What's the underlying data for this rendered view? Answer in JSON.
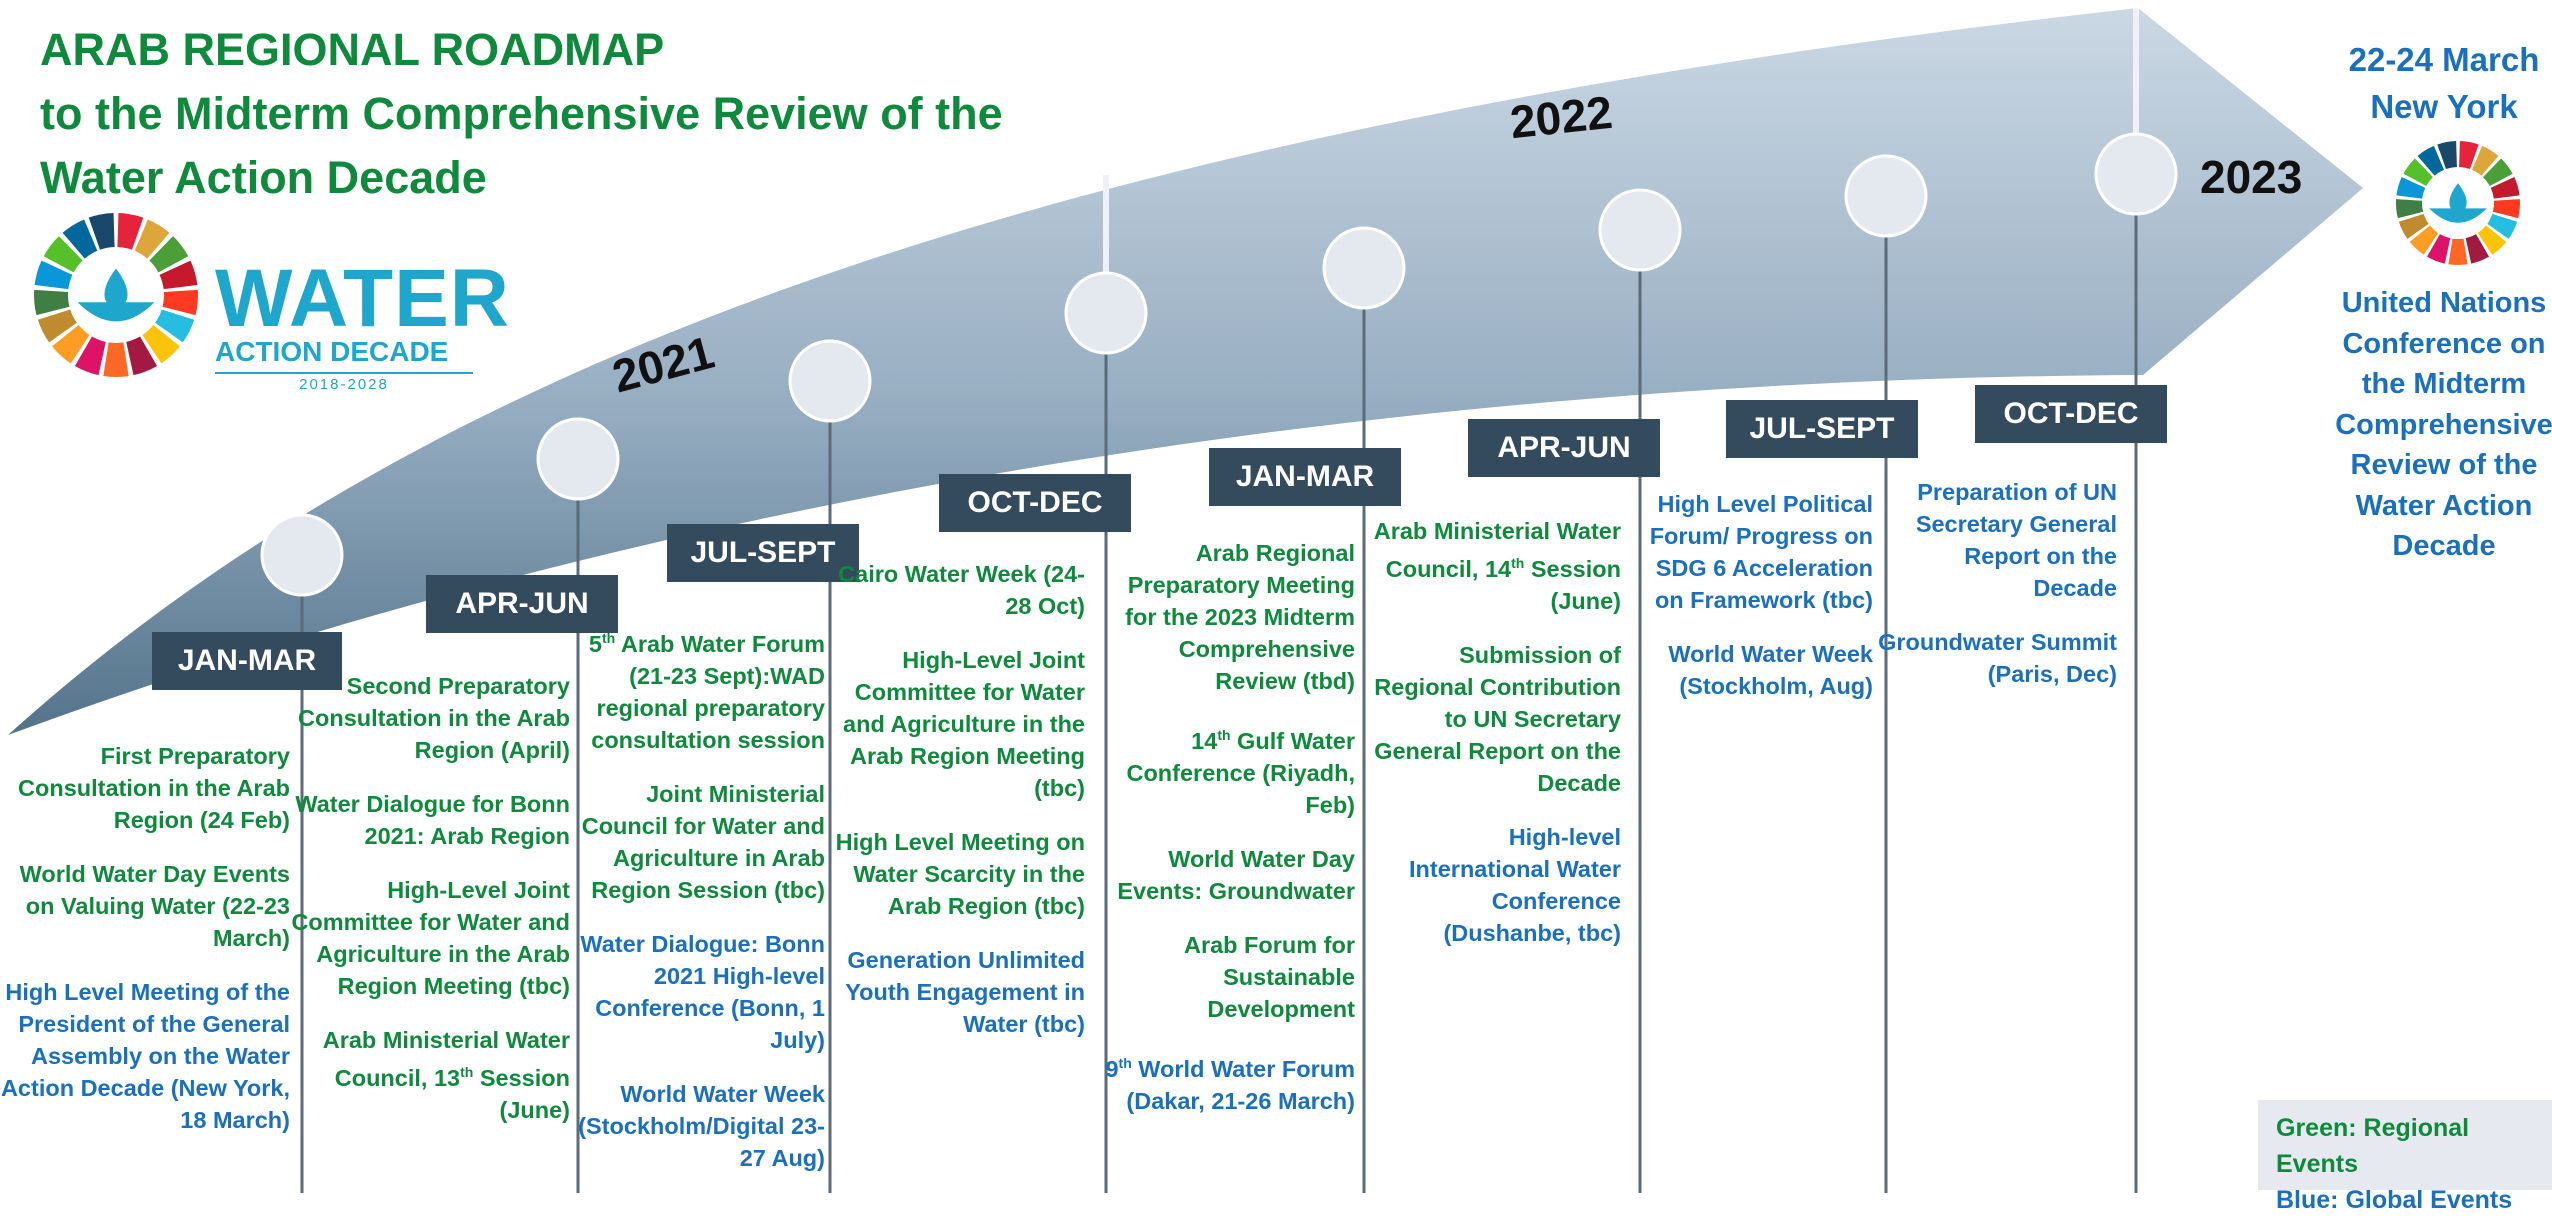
{
  "title": {
    "line1": "ARAB REGIONAL ROADMAP",
    "line2": "to the Midterm Comprehensive Review of the",
    "line3": "Water Action Decade"
  },
  "logo": {
    "word": "WATER",
    "sub": "ACTION DECADE",
    "years": "2018-2028"
  },
  "years": [
    "2021",
    "2022",
    "2023"
  ],
  "periods": [
    {
      "label": "JAN-MAR",
      "events": [
        {
          "text": "First Preparatory Consultation in the Arab Region (24 Feb)",
          "type": "regional"
        },
        {
          "text": "World Water Day Events on Valuing Water (22-23 March)",
          "type": "regional"
        },
        {
          "text": "High Level Meeting of the President of the General Assembly on the Water Action Decade (New York, 18 March)",
          "type": "global"
        }
      ]
    },
    {
      "label": "APR-JUN",
      "events": [
        {
          "text": "Second Preparatory Consultation in the Arab Region (April)",
          "type": "regional"
        },
        {
          "text": "Water Dialogue for Bonn 2021: Arab Region",
          "type": "regional"
        },
        {
          "text": "High-Level Joint Committee for Water and Agriculture in the Arab Region Meeting (tbc)",
          "type": "regional"
        },
        {
          "text": "Arab Ministerial Water Council, 13th Session (June)",
          "type": "regional"
        }
      ]
    },
    {
      "label": "JUL-SEPT",
      "events": [
        {
          "text": "5th Arab Water Forum (21-23 Sept):WAD regional preparatory consultation session",
          "type": "regional"
        },
        {
          "text": "Joint Ministerial Council for Water and Agriculture in Arab Region Session (tbc)",
          "type": "regional"
        },
        {
          "text": "Water Dialogue: Bonn 2021 High-level Conference (Bonn, 1 July)",
          "type": "global"
        },
        {
          "text": "World Water Week (Stockholm/Digital 23-27 Aug)",
          "type": "global"
        }
      ]
    },
    {
      "label": "OCT-DEC",
      "events": [
        {
          "text": "Cairo Water Week (24-28 Oct)",
          "type": "regional"
        },
        {
          "text": "High-Level Joint Committee for Water and Agriculture in the Arab Region Meeting (tbc)",
          "type": "regional"
        },
        {
          "text": "High Level Meeting on Water Scarcity in the Arab Region (tbc)",
          "type": "regional"
        },
        {
          "text": "Generation Unlimited Youth Engagement in Water (tbc)",
          "type": "global"
        }
      ]
    },
    {
      "label": "JAN-MAR",
      "events": [
        {
          "text": "Arab Regional Preparatory Meeting for the 2023 Midterm Comprehensive Review (tbd)",
          "type": "regional"
        },
        {
          "text": "14th Gulf Water Conference (Riyadh, Feb)",
          "type": "regional"
        },
        {
          "text": "World Water Day Events: Groundwater",
          "type": "regional"
        },
        {
          "text": "Arab Forum for Sustainable Development",
          "type": "regional"
        },
        {
          "text": "9th World Water Forum (Dakar, 21-26 March)",
          "type": "global"
        }
      ]
    },
    {
      "label": "APR-JUN",
      "events": [
        {
          "text": "Arab Ministerial Water Council, 14th Session (June)",
          "type": "regional"
        },
        {
          "text": "Submission of Regional Contribution to UN Secretary General Report on the Decade",
          "type": "regional"
        },
        {
          "text": "High-level International Water Conference (Dushanbe, tbc)",
          "type": "global"
        }
      ]
    },
    {
      "label": "JUL-SEPT",
      "events": [
        {
          "text": "High Level Political Forum/ Progress on SDG 6 Acceleration on Framework (tbc)",
          "type": "global"
        },
        {
          "text": "World Water Week (Stockholm, Aug)",
          "type": "global"
        }
      ]
    },
    {
      "label": "OCT-DEC",
      "events": [
        {
          "text": "Preparation of UN Secretary General Report on the Decade",
          "type": "global"
        },
        {
          "text": "Groundwater Summit (Paris, Dec)",
          "type": "global"
        }
      ]
    }
  ],
  "un_conference": {
    "date": "22-24 March",
    "place": "New York",
    "name": "United Nations Conference on the Midterm Comprehensive Review of the Water Action Decade"
  },
  "legend": {
    "regional": "Green: Regional Events",
    "global": "Blue: Global Events"
  },
  "colors": {
    "regional": "#0f8a3c",
    "global": "#1a6fbf",
    "period_box": "#344b5d",
    "arrow_light": "#c5d3e0",
    "arrow_dark": "#5f7d94",
    "title": "#0f8a3c"
  }
}
